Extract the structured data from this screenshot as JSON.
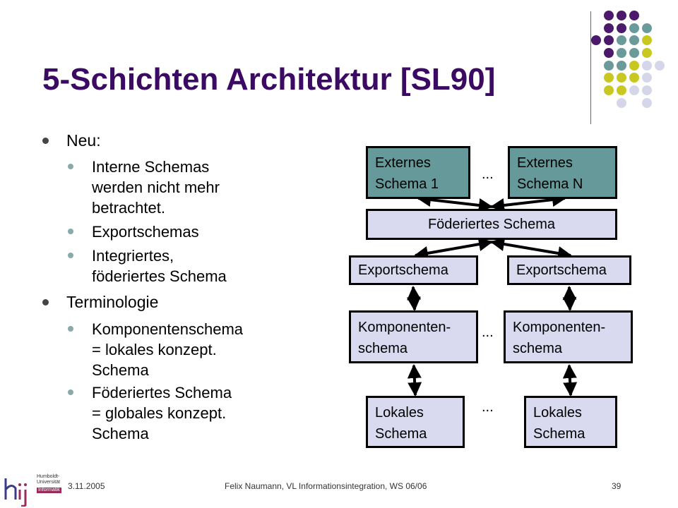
{
  "title": "5-Schichten Architektur [SL90]",
  "bullets": [
    {
      "text": "Neu:",
      "sub": [
        [
          "Interne Schemas",
          "werden nicht mehr",
          "betrachtet."
        ],
        [
          "Exportschemas"
        ],
        [
          "Integriertes,",
          "föderiertes Schema"
        ]
      ]
    },
    {
      "text": "Terminologie",
      "sub": [
        [
          "Komponentenschema",
          "= lokales konzept.",
          "Schema"
        ],
        [
          "Föderiertes Schema",
          "= globales konzept.",
          "Schema"
        ]
      ]
    }
  ],
  "diagram": {
    "ext1": [
      "Externes",
      "Schema 1"
    ],
    "extN": [
      "Externes",
      "Schema N"
    ],
    "federated": "Föderiertes Schema",
    "export_left": "Exportschema",
    "export_right": "Exportschema",
    "comp_left": [
      "Komponenten-",
      "schema"
    ],
    "comp_right": [
      "Komponenten-",
      "schema"
    ],
    "local_left": [
      "Lokales",
      "Schema"
    ],
    "local_right": [
      "Lokales",
      "Schema"
    ],
    "ellipsis": "..."
  },
  "footer": {
    "date": "3.11.2005",
    "center": "Felix Naumann,  VL Informationsintegration, WS 06/06",
    "page": "39",
    "logo_text": [
      "Humboldt-",
      "Universität",
      "Informatik"
    ]
  },
  "colors": {
    "title": "#3b0a63",
    "purple": "#4b1a6b",
    "teal": "#6a9a99",
    "olive": "#c8c820",
    "lavender": "#d6d6ea",
    "ext_box": "#669999",
    "lav_box": "#d9d9f0"
  }
}
